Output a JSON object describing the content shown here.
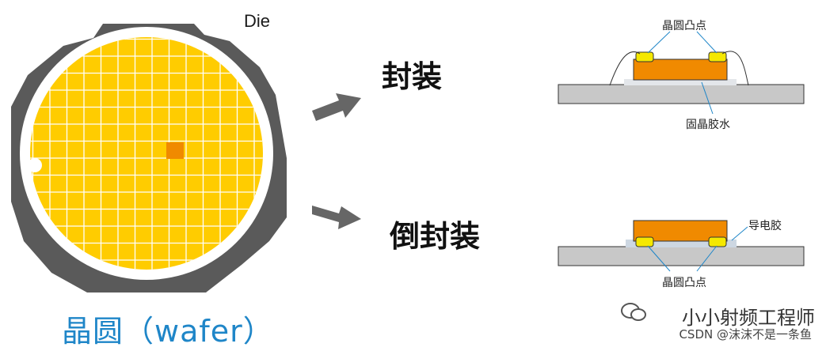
{
  "labels": {
    "die": "Die",
    "wafer_caption": "晶圆（wafer）",
    "package": "封装",
    "flip_chip": "倒封装",
    "wafer_bump_top": "晶圆凸点",
    "die_attach_glue": "固晶胶水",
    "conductive_glue": "导电胶",
    "wafer_bump_bottom": "晶圆凸点"
  },
  "watermark": {
    "account": "小小射频工程师",
    "source": "CSDN @沫沫不是一条鱼"
  },
  "colors": {
    "wafer_yellow": "#ffcc00",
    "die_orange": "#f08a00",
    "frame_gray": "#5a5a5a",
    "substrate_gray": "#c8c8c8",
    "bump_yellow": "#f5e800",
    "caption_blue": "#1f86c8",
    "arrow_gray": "#666666"
  }
}
